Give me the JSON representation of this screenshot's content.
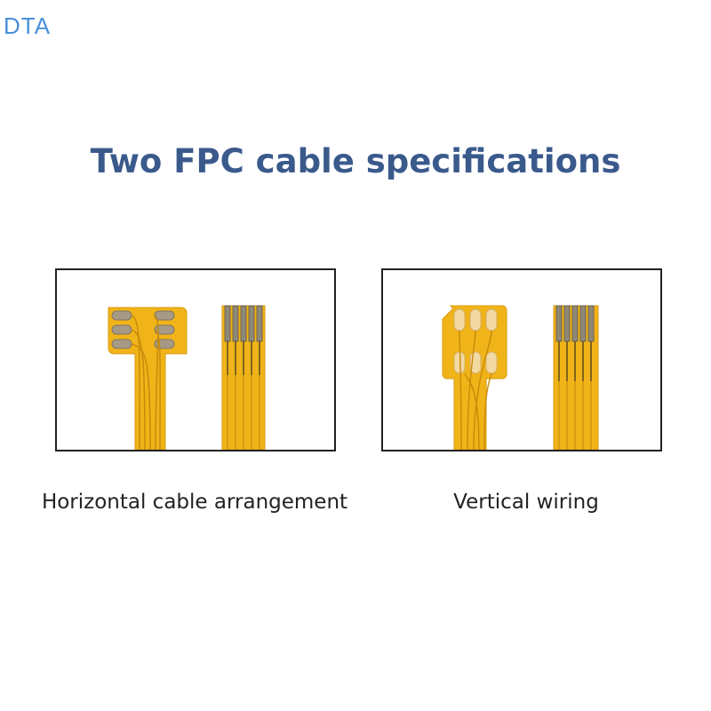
{
  "brand": {
    "text": "DTA",
    "color": "#4a90d9"
  },
  "title": "Two FPC cable specifications",
  "panels": [
    {
      "caption": "Horizontal cable arrangement"
    },
    {
      "caption": "Vertical wiring"
    }
  ],
  "colors": {
    "cable": "#f0b418",
    "trace": "#c88a0c",
    "contact": "#9a9080",
    "border": "#222222"
  }
}
